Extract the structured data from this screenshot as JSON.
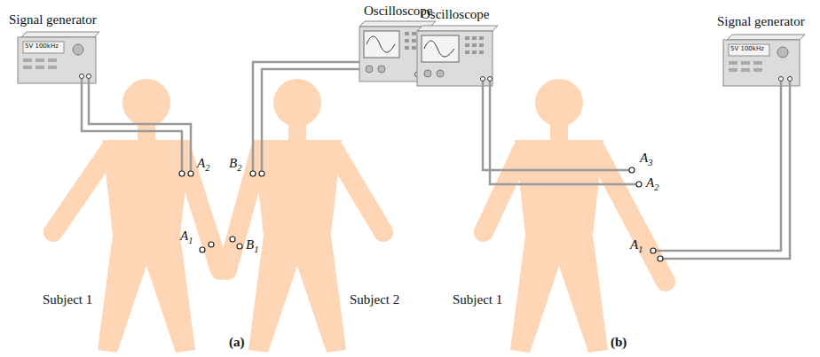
{
  "diagram": {
    "labels": [
      "Signal generator",
      "5V 100kHz",
      "Oscilloscope",
      "A2",
      "A1",
      "B2",
      "B1",
      "Subject 1",
      "Subject 2",
      "(a)",
      "Oscilloscope",
      "Signal generator",
      "5V 100kHz",
      "A3",
      "A2",
      "A1",
      "Subject 1",
      "(b)"
    ]
  }
}
